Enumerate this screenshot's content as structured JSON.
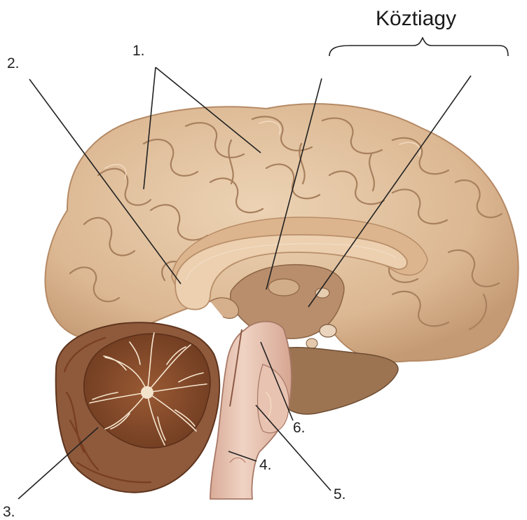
{
  "title": "Köztiagy",
  "labels": [
    {
      "id": "1",
      "text": "1."
    },
    {
      "id": "2",
      "text": "2."
    },
    {
      "id": "3",
      "text": "3."
    },
    {
      "id": "4",
      "text": "4."
    },
    {
      "id": "5",
      "text": "5."
    },
    {
      "id": "6",
      "text": "6."
    }
  ],
  "colors": {
    "cortex": "#e2c19e",
    "cortex_shadow": "#c99f78",
    "corpus_callosum": "#ecd0b0",
    "brainstem": "#eac8b8",
    "cerebellum_white": "#f3e3cb",
    "cerebellum_dark": "#8a4a2a",
    "deep_brown": "#9c7452"
  }
}
